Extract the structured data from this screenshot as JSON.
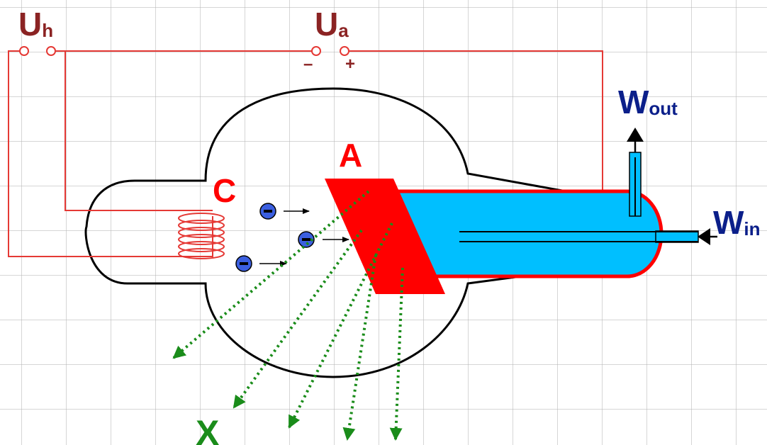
{
  "labels": {
    "uh_main": "U",
    "uh_sub": "h",
    "ua_main": "U",
    "ua_sub": "a",
    "minus": "–",
    "plus": "+",
    "cathode": "C",
    "anode": "A",
    "wout_main": "W",
    "wout_sub": "out",
    "win_main": "W",
    "win_sub": "in",
    "xray": "X"
  },
  "electron_symbol": "−",
  "colors": {
    "circuit": "#e53935",
    "anode": "#ff0000",
    "coolant": "#00bfff",
    "xray": "#1a8c1a",
    "electron": "#3b5fe0",
    "voltage_label": "#8b2323",
    "water_label": "#0b1f8a",
    "tube_outline": "#000000"
  },
  "icons": {
    "terminal": "terminal-circle",
    "filament": "coil-icon",
    "electron": "electron-icon"
  }
}
